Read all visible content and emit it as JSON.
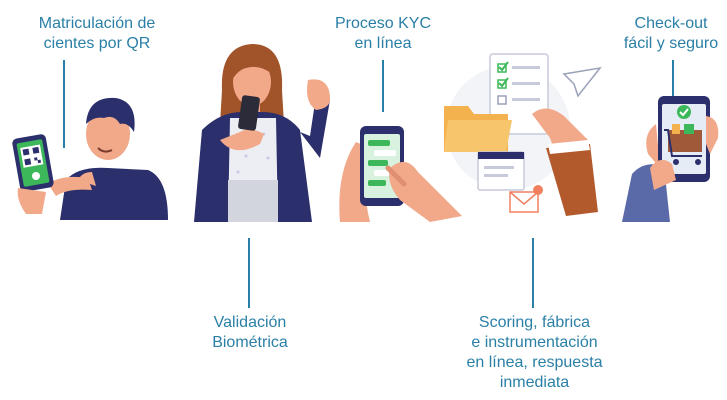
{
  "steps": [
    {
      "lines": [
        "Matriculación de",
        "cientes por QR"
      ]
    },
    {
      "lines": [
        "Validación",
        "Biométrica"
      ]
    },
    {
      "lines": [
        "Proceso KYC",
        "en línea"
      ]
    },
    {
      "lines": [
        "Scoring, fábrica",
        "e instrumentación",
        "en línea, respuesta",
        "inmediata"
      ]
    },
    {
      "lines": [
        "Check-out",
        "fácil y seguro"
      ]
    }
  ],
  "colors": {
    "label": "#2a7fa6",
    "navy": "#2b2f6b",
    "skin": "#f2a98a",
    "green": "#2fb34a",
    "orange": "#f4b24e",
    "hair": "#a1542a"
  },
  "icons": [
    "qr-code-icon",
    "check-icon",
    "chat-bubble-icon",
    "folder-icon",
    "paper-plane-icon",
    "envelope-icon",
    "shopping-cart-icon"
  ]
}
